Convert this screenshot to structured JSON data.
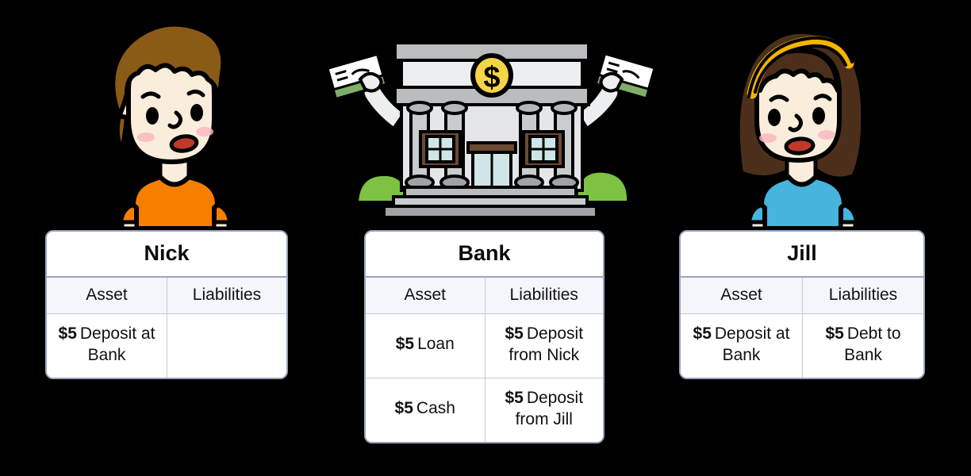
{
  "diagram": {
    "title_implied": "Bank deposit and loan balance sheets",
    "figures": [
      {
        "name": "Nick",
        "icon": "boy-character-icon",
        "hair_color": "#8a5a17",
        "shirt_color": "#f77f00",
        "skin_color": "#fbeddc"
      },
      {
        "name": "Bank",
        "icon": "bank-building-icon",
        "building_color": "#e4e6e9",
        "coin_color": "#f5d547",
        "bush_color": "#7dc242",
        "accent_brown": "#6b4a32",
        "window_color": "#cfe6e8",
        "check_color": "#ffffff",
        "check_edge": "#4a7a3a"
      },
      {
        "name": "Jill",
        "icon": "girl-character-icon",
        "hair_color": "#4b2f1b",
        "headband_color": "#f5b400",
        "shirt_color": "#46b4dd",
        "skin_color": "#fbeddc"
      }
    ]
  },
  "tables": [
    {
      "id": "nick",
      "title": "Nick",
      "columns": [
        "Asset",
        "Liabilities"
      ],
      "rows": [
        {
          "asset": {
            "amount": "$5",
            "text": "Deposit at Bank"
          },
          "liability": {
            "amount": "",
            "text": ""
          }
        }
      ]
    },
    {
      "id": "bank",
      "title": "Bank",
      "columns": [
        "Asset",
        "Liabilities"
      ],
      "rows": [
        {
          "asset": {
            "amount": "$5",
            "text": "Loan"
          },
          "liability": {
            "amount": "$5",
            "text": "Deposit from Nick"
          }
        },
        {
          "asset": {
            "amount": "$5",
            "text": "Cash"
          },
          "liability": {
            "amount": "$5",
            "text": "Deposit from Jill"
          }
        }
      ]
    },
    {
      "id": "jill",
      "title": "Jill",
      "columns": [
        "Asset",
        "Liabilities"
      ],
      "rows": [
        {
          "asset": {
            "amount": "$5",
            "text": "Deposit at Bank"
          },
          "liability": {
            "amount": "$5",
            "text": "Debt to Bank"
          }
        }
      ]
    }
  ],
  "colors": {
    "background": "#000000",
    "card_background": "#ffffff",
    "card_border": "#9aa5bd",
    "header_background": "#f4f6fb",
    "grid_line": "#c3cbda",
    "text": "#111111"
  }
}
